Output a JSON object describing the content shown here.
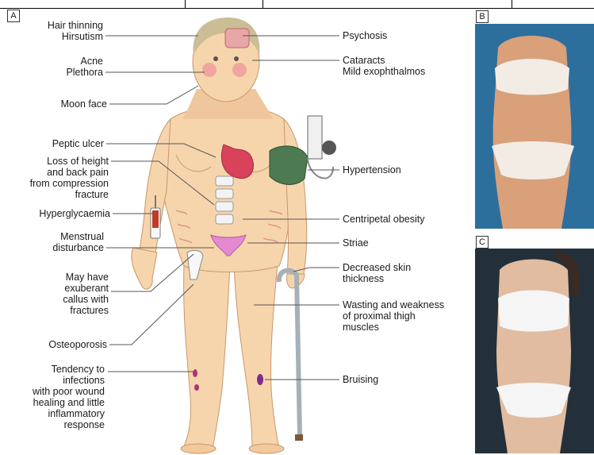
{
  "panels": {
    "a": "A",
    "b": "B",
    "c": "C"
  },
  "labels": {
    "hair": "Hair thinning\nHirsutism",
    "acne": "Acne\nPlethora",
    "moon_face": "Moon face",
    "peptic_ulcer": "Peptic ulcer",
    "height_loss": "Loss of height\nand back pain\nfrom compression\nfracture",
    "hyperglycaemia": "Hyperglycaemia",
    "menstrual": "Menstrual\ndisturbance",
    "callus": "May have\nexuberant\ncallus with\nfractures",
    "osteoporosis": "Osteoporosis",
    "infections": "Tendency to\ninfections\nwith poor wound\nhealing and little\ninflammatory\nresponse",
    "psychosis": "Psychosis",
    "cataracts": "Cataracts\nMild exophthalmos",
    "hypertension": "Hypertension",
    "obesity": "Centripetal obesity",
    "striae": "Striae",
    "skin": "Decreased skin\nthickness",
    "wasting": "Wasting and weakness\nof proximal thigh\nmuscles",
    "bruising": "Bruising"
  },
  "colors": {
    "skin": "#f6d5ad",
    "skin_shadow": "#e9b98c",
    "stomach": "#d8425a",
    "uterus": "#e58ad0",
    "cuff": "#4e7a52",
    "leader": "#555555",
    "photo_b_bg": "#2d6f9c",
    "photo_c_bg": "#23303a"
  }
}
